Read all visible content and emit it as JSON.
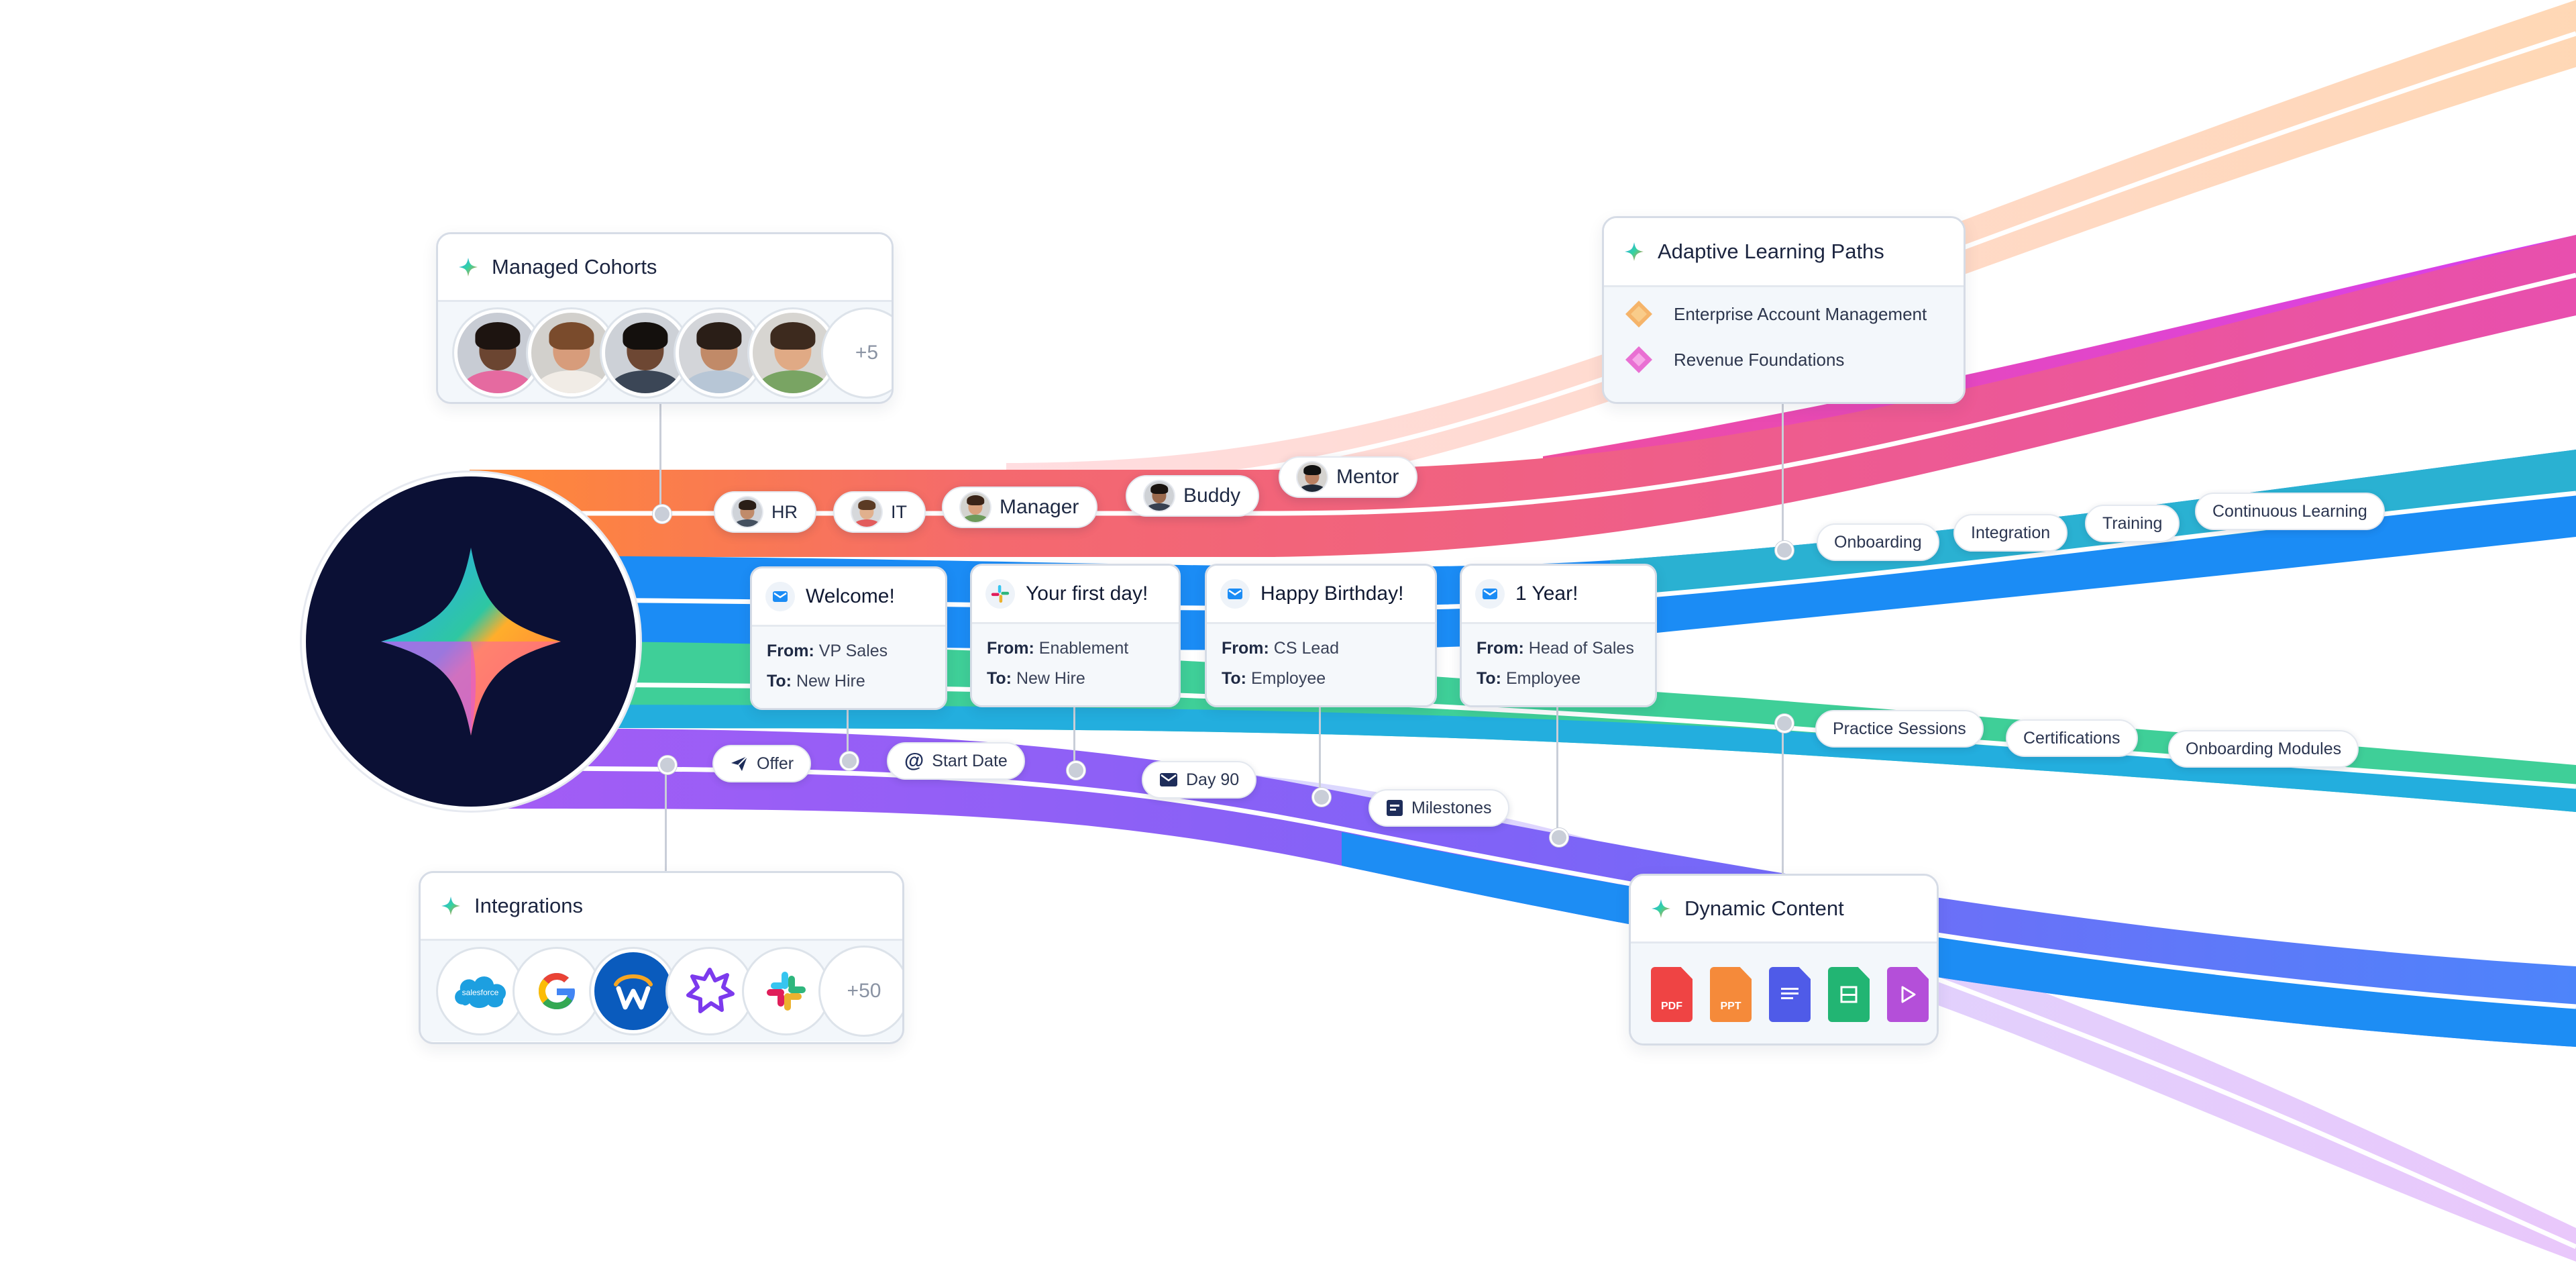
{
  "colors": {
    "orange": "#ff8a3a",
    "coral": "#f26e73",
    "pink": "#e84fa3",
    "magenta": "#d946ef",
    "blue": "#1b8cf5",
    "teal": "#27b2d3",
    "green": "#3fcf98",
    "violet": "#8b5cf6",
    "peach": "#ffd5b0",
    "lavender": "#d8d2fb",
    "hub": "#0b1035"
  },
  "cohorts": {
    "title": "Managed Cohorts",
    "more": "+5"
  },
  "integrations": {
    "title": "Integrations",
    "more": "+50",
    "logos": [
      "salesforce",
      "google",
      "workday",
      "sparkle",
      "slack"
    ]
  },
  "salesforce_word": "salesforce",
  "team_pills": [
    {
      "label": "HR"
    },
    {
      "label": "IT"
    },
    {
      "label": "Manager"
    },
    {
      "label": "Buddy"
    },
    {
      "label": "Mentor"
    }
  ],
  "messages": [
    {
      "title": "Welcome!",
      "from_label": "From:",
      "from": "VP Sales",
      "to_label": "To:",
      "to": "New Hire",
      "icon": "mail-icon"
    },
    {
      "title": "Your first day!",
      "from_label": "From:",
      "from": "Enablement",
      "to_label": "To:",
      "to": "New Hire",
      "icon": "slack-icon"
    },
    {
      "title": "Happy Birthday!",
      "from_label": "From:",
      "from": "CS Lead",
      "to_label": "To:",
      "to": "Employee",
      "icon": "mail-icon"
    },
    {
      "title": "1 Year!",
      "from_label": "From:",
      "from": "Head of Sales",
      "to_label": "To:",
      "to": "Employee",
      "icon": "mail-icon"
    }
  ],
  "event_tags": {
    "offer": "Offer",
    "start_date": "Start Date",
    "day90": "Day 90",
    "milestones": "Milestones"
  },
  "learning_paths": {
    "title": "Adaptive Learning Paths",
    "items": [
      "Enterprise Account Management",
      "Revenue Foundations"
    ]
  },
  "journey_tags": [
    "Onboarding",
    "Integration",
    "Training",
    "Continuous Learning"
  ],
  "practice_tags": [
    "Practice Sessions",
    "Certifications",
    "Onboarding Modules"
  ],
  "dynamic_content": {
    "title": "Dynamic Content",
    "docs": [
      "PDF",
      "PPT",
      "DOC",
      "SHEET",
      "VIDEO"
    ]
  }
}
